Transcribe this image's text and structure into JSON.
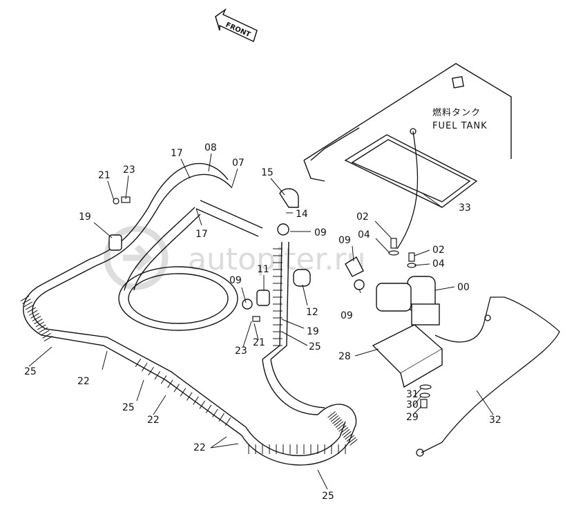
{
  "diagram": {
    "front_arrow_label": "FRONT",
    "fuel_tank_label_jp": "燃料タンク",
    "fuel_tank_label_en": "FUEL TANK",
    "watermark_text": "autopiter.ru",
    "callouts": {
      "c00": "00",
      "c02a": "02",
      "c02b": "02",
      "c04a": "04",
      "c04b": "04",
      "c07": "07",
      "c08": "08",
      "c09a": "09",
      "c09b": "09",
      "c09c": "09",
      "c09d": "09",
      "c11": "11",
      "c12": "12",
      "c14": "14",
      "c15": "15",
      "c17a": "17",
      "c17b": "17",
      "c19a": "19",
      "c19b": "19",
      "c21a": "21",
      "c21b": "21",
      "c22a": "22",
      "c22b": "22",
      "c22c": "22",
      "c23a": "23",
      "c23b": "23",
      "c25a": "25",
      "c25b": "25",
      "c25c": "25",
      "c25d": "25",
      "c28": "28",
      "c29": "29",
      "c30": "30",
      "c31": "31",
      "c32": "32",
      "c33": "33"
    }
  }
}
